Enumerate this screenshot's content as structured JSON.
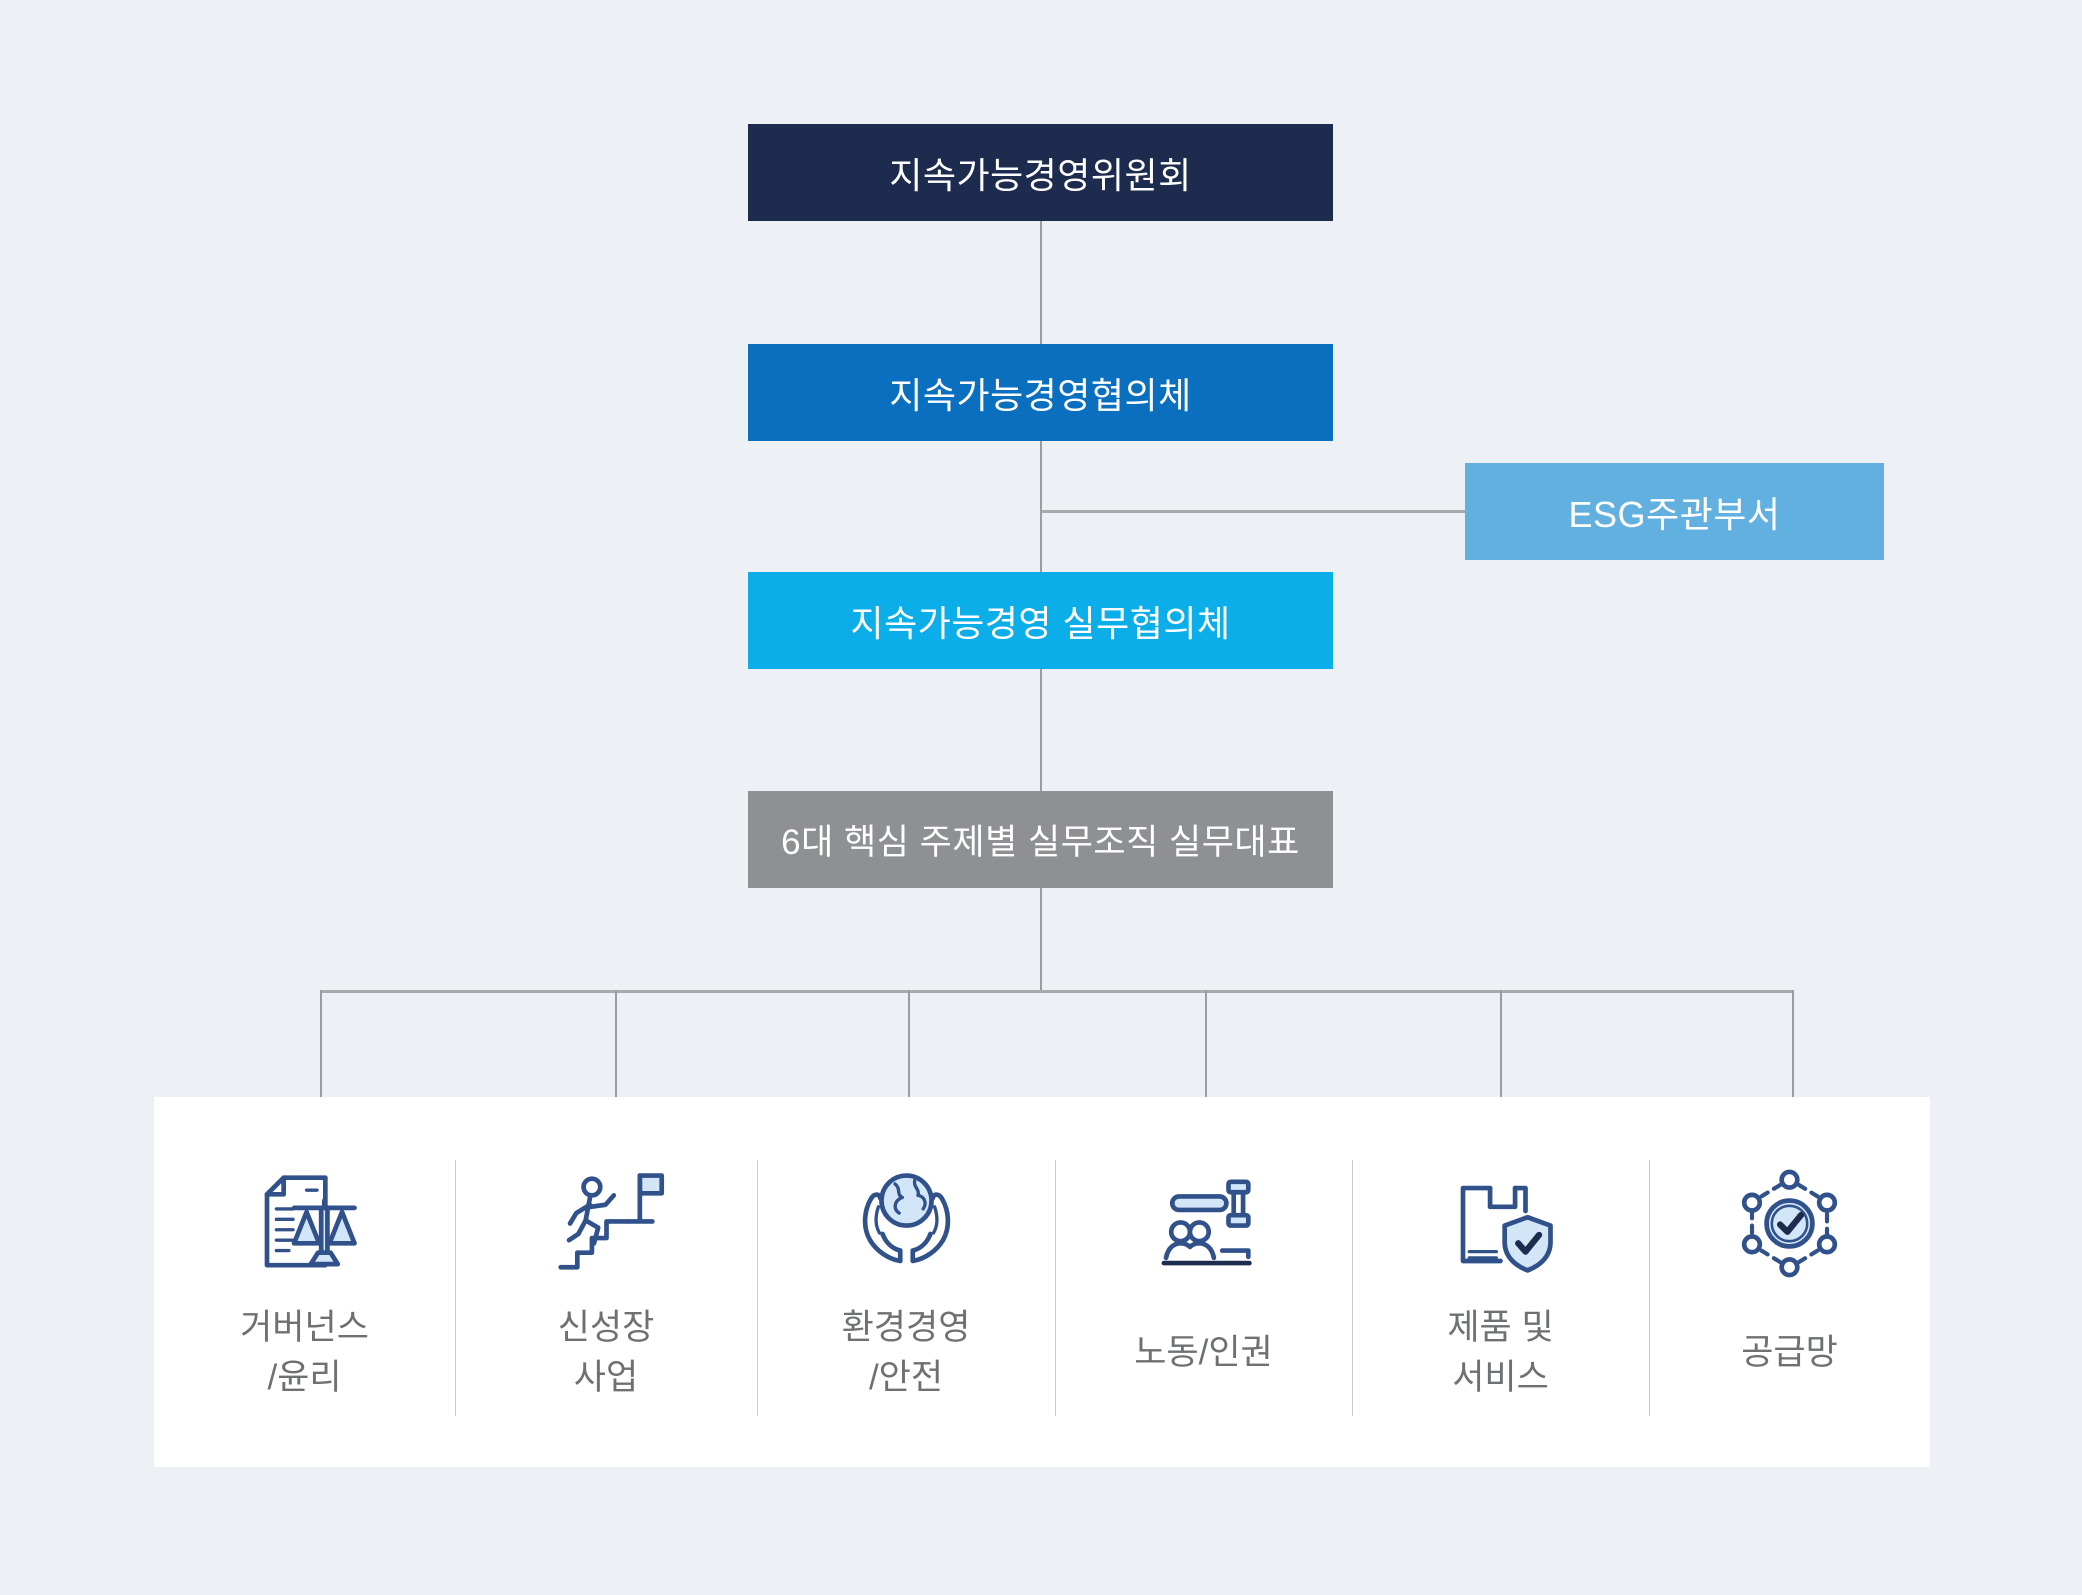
{
  "org": {
    "committee": {
      "label": "지속가능경영위원회"
    },
    "council": {
      "label": "지속가능경영협의체"
    },
    "esg_dept": {
      "label": "ESG주관부서"
    },
    "working_council": {
      "label": "지속가능경영 실무협의체"
    },
    "working_reps": {
      "label": "6대 핵심 주제별 실무조직 실무대표"
    }
  },
  "topics": [
    {
      "line1": "거버넌스",
      "line2": "/윤리",
      "icon": "governance-ethics-icon"
    },
    {
      "line1": "신성장",
      "line2": "사업",
      "icon": "new-growth-icon"
    },
    {
      "line1": "환경경영",
      "line2": "/안전",
      "icon": "environment-safety-icon"
    },
    {
      "line1": "노동/인권",
      "line2": "",
      "icon": "labor-rights-icon"
    },
    {
      "line1": "제품 및",
      "line2": "서비스",
      "icon": "products-services-icon"
    },
    {
      "line1": "공급망",
      "line2": "",
      "icon": "supply-chain-icon"
    }
  ],
  "colors": {
    "background": "#edf1f6",
    "panel": "#ffffff",
    "navy": "#1d2b4f",
    "blue": "#0a6fbe",
    "cyan": "#0caee9",
    "light_blue": "#62b0e0",
    "gray_box": "#8e9093",
    "box_text": "#ffffff",
    "label_text": "#6e7173",
    "line": "#9a9c9f",
    "line_light": "#a8aaad",
    "divider": "#c9cbce",
    "icon_stroke": "#30518a",
    "icon_fill": "#d3e6f8",
    "icon_dark": "#1d2b4f"
  }
}
